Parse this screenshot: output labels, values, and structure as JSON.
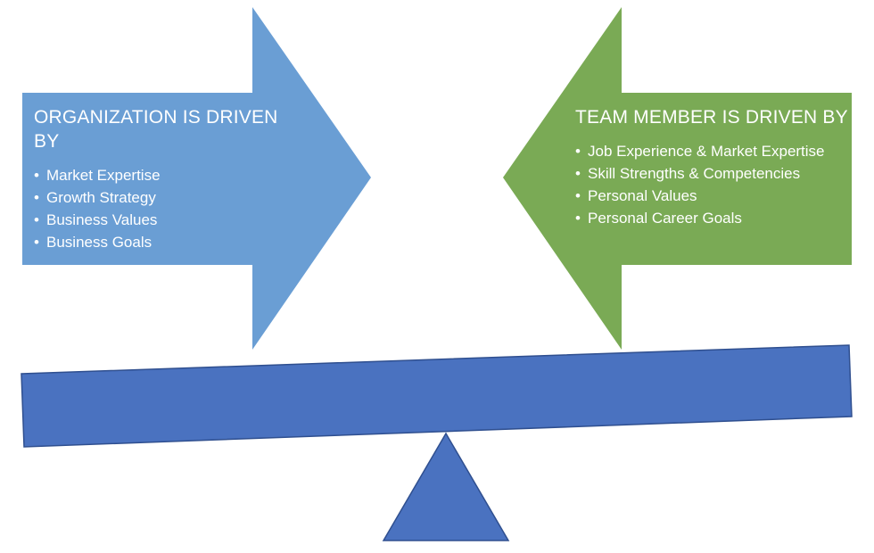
{
  "colors": {
    "left_arrow": "#6a9ed4",
    "right_arrow": "#7aaa55",
    "beam": "#4a72c0",
    "fulcrum": "#4a72c0",
    "text": "#ffffff"
  },
  "left_arrow": {
    "title": "ORGANIZATION IS DRIVEN BY",
    "items": [
      {
        "label": "Market Expertise"
      },
      {
        "label": "Growth Strategy"
      },
      {
        "label": "Business Values"
      },
      {
        "label": "Business Goals"
      }
    ]
  },
  "right_arrow": {
    "title": "TEAM MEMBER IS DRIVEN BY",
    "items": [
      {
        "label": "Job Experience & Market Expertise"
      },
      {
        "label": "Skill Strengths & Competencies"
      },
      {
        "label": "Personal Values"
      },
      {
        "label": "Personal Career Goals"
      }
    ]
  }
}
